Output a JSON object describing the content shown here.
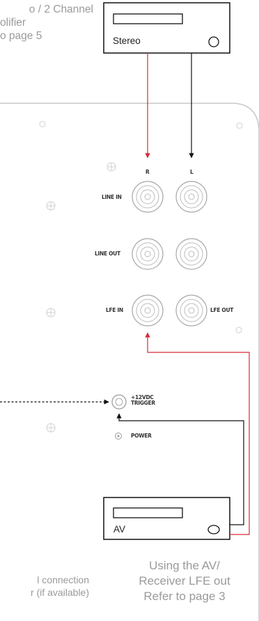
{
  "captions": {
    "stereo_amp": [
      "o / 2 Channel",
      "olifier",
      "o page 5"
    ],
    "av_lfe": [
      "Using the AV/",
      "Receiver LFE out",
      "Refer to page 3"
    ],
    "trigger": [
      "l connection",
      "r (if available)"
    ]
  },
  "devices": {
    "stereo": "Stereo",
    "av": "AV"
  },
  "panel": {
    "channel_r": "R",
    "channel_l": "L",
    "line_in": "LINE IN",
    "line_out": "LINE OUT",
    "lfe_in": "LFE IN",
    "lfe_out": "LFE OUT",
    "trigger_line1": "+12VDC",
    "trigger_line2": "TRIGGER",
    "power": "POWER"
  },
  "colors": {
    "signal_red": "#d42a36",
    "wire_black": "#111111",
    "caption_gray": "#9a9a9a",
    "panel_outline": "#c8c8c8"
  }
}
